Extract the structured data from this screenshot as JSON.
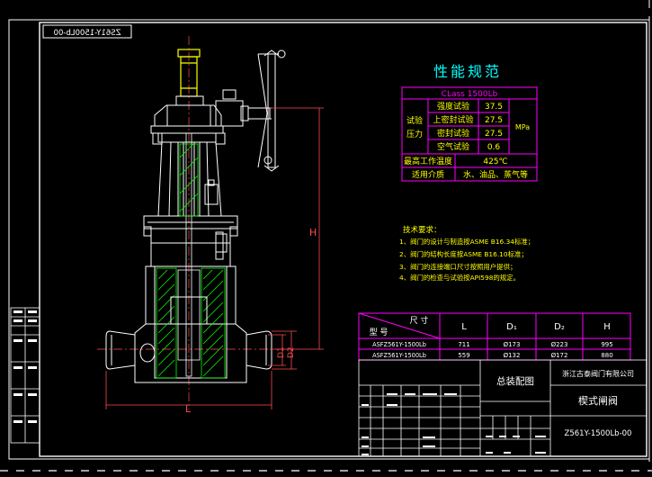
{
  "colors": {
    "background": "#000000",
    "frame": "#ffffff",
    "table_line": "#ff00ff",
    "text_white": "#ffffff",
    "text_yellow": "#ffff00",
    "text_cyan": "#00ffff",
    "dimension": "#ff4d4d",
    "hatch": "#00ff00",
    "valve_line": "#ffffff",
    "valve_yellow": "#ffff00"
  },
  "mirrored_stamp": "ZS61Y-1500Lb-00",
  "performance_table": {
    "heading": "性能规范",
    "class_row": "CLass 1500Lb",
    "group_label_1": "试验",
    "group_label_2": "压力",
    "tests": [
      {
        "name": "强度试验",
        "value": "37.5"
      },
      {
        "name": "上密封试验",
        "value": "27.5"
      },
      {
        "name": "密封试验",
        "value": "27.5"
      },
      {
        "name": "空气试验",
        "value": "0.6"
      }
    ],
    "unit": "MPa",
    "max_temp_label": "最高工作温度",
    "max_temp_value": "425℃",
    "medium_label": "适用介质",
    "medium_value": "水、油品、蒸气等"
  },
  "tech_requirements": {
    "heading": "技术要求：",
    "items": [
      "1、阀门的设计与制造按ASME B16.34标准；",
      "2、阀门的结构长度按ASME B16.10标准；",
      "3、阀门的连接端口尺寸按照用户提供；",
      "4、阀门的检查与试验按API598的规定。"
    ]
  },
  "dimensions": {
    "H": "H",
    "L": "L",
    "D1": "D1",
    "D2": "D2"
  },
  "dimension_table": {
    "corner_top": "尺 寸",
    "corner_bottom": "型 号",
    "headers": [
      "L",
      "D₁",
      "D₂",
      "H"
    ],
    "rows": [
      {
        "model": "ASFZ561Y-1500Lb",
        "L": "711",
        "D1": "Ø173",
        "D2": "Ø223",
        "H": "995"
      },
      {
        "model": "ASFZ561Y-1500Lb",
        "L": "559",
        "D1": "Ø132",
        "D2": "Ø172",
        "H": "880"
      }
    ]
  },
  "title_block": {
    "drawing_name": "总装配图",
    "company": "浙江古泰阀门有限公司",
    "product": "楔式闸阀",
    "drawing_number": "Z561Y-1500Lb-00"
  }
}
